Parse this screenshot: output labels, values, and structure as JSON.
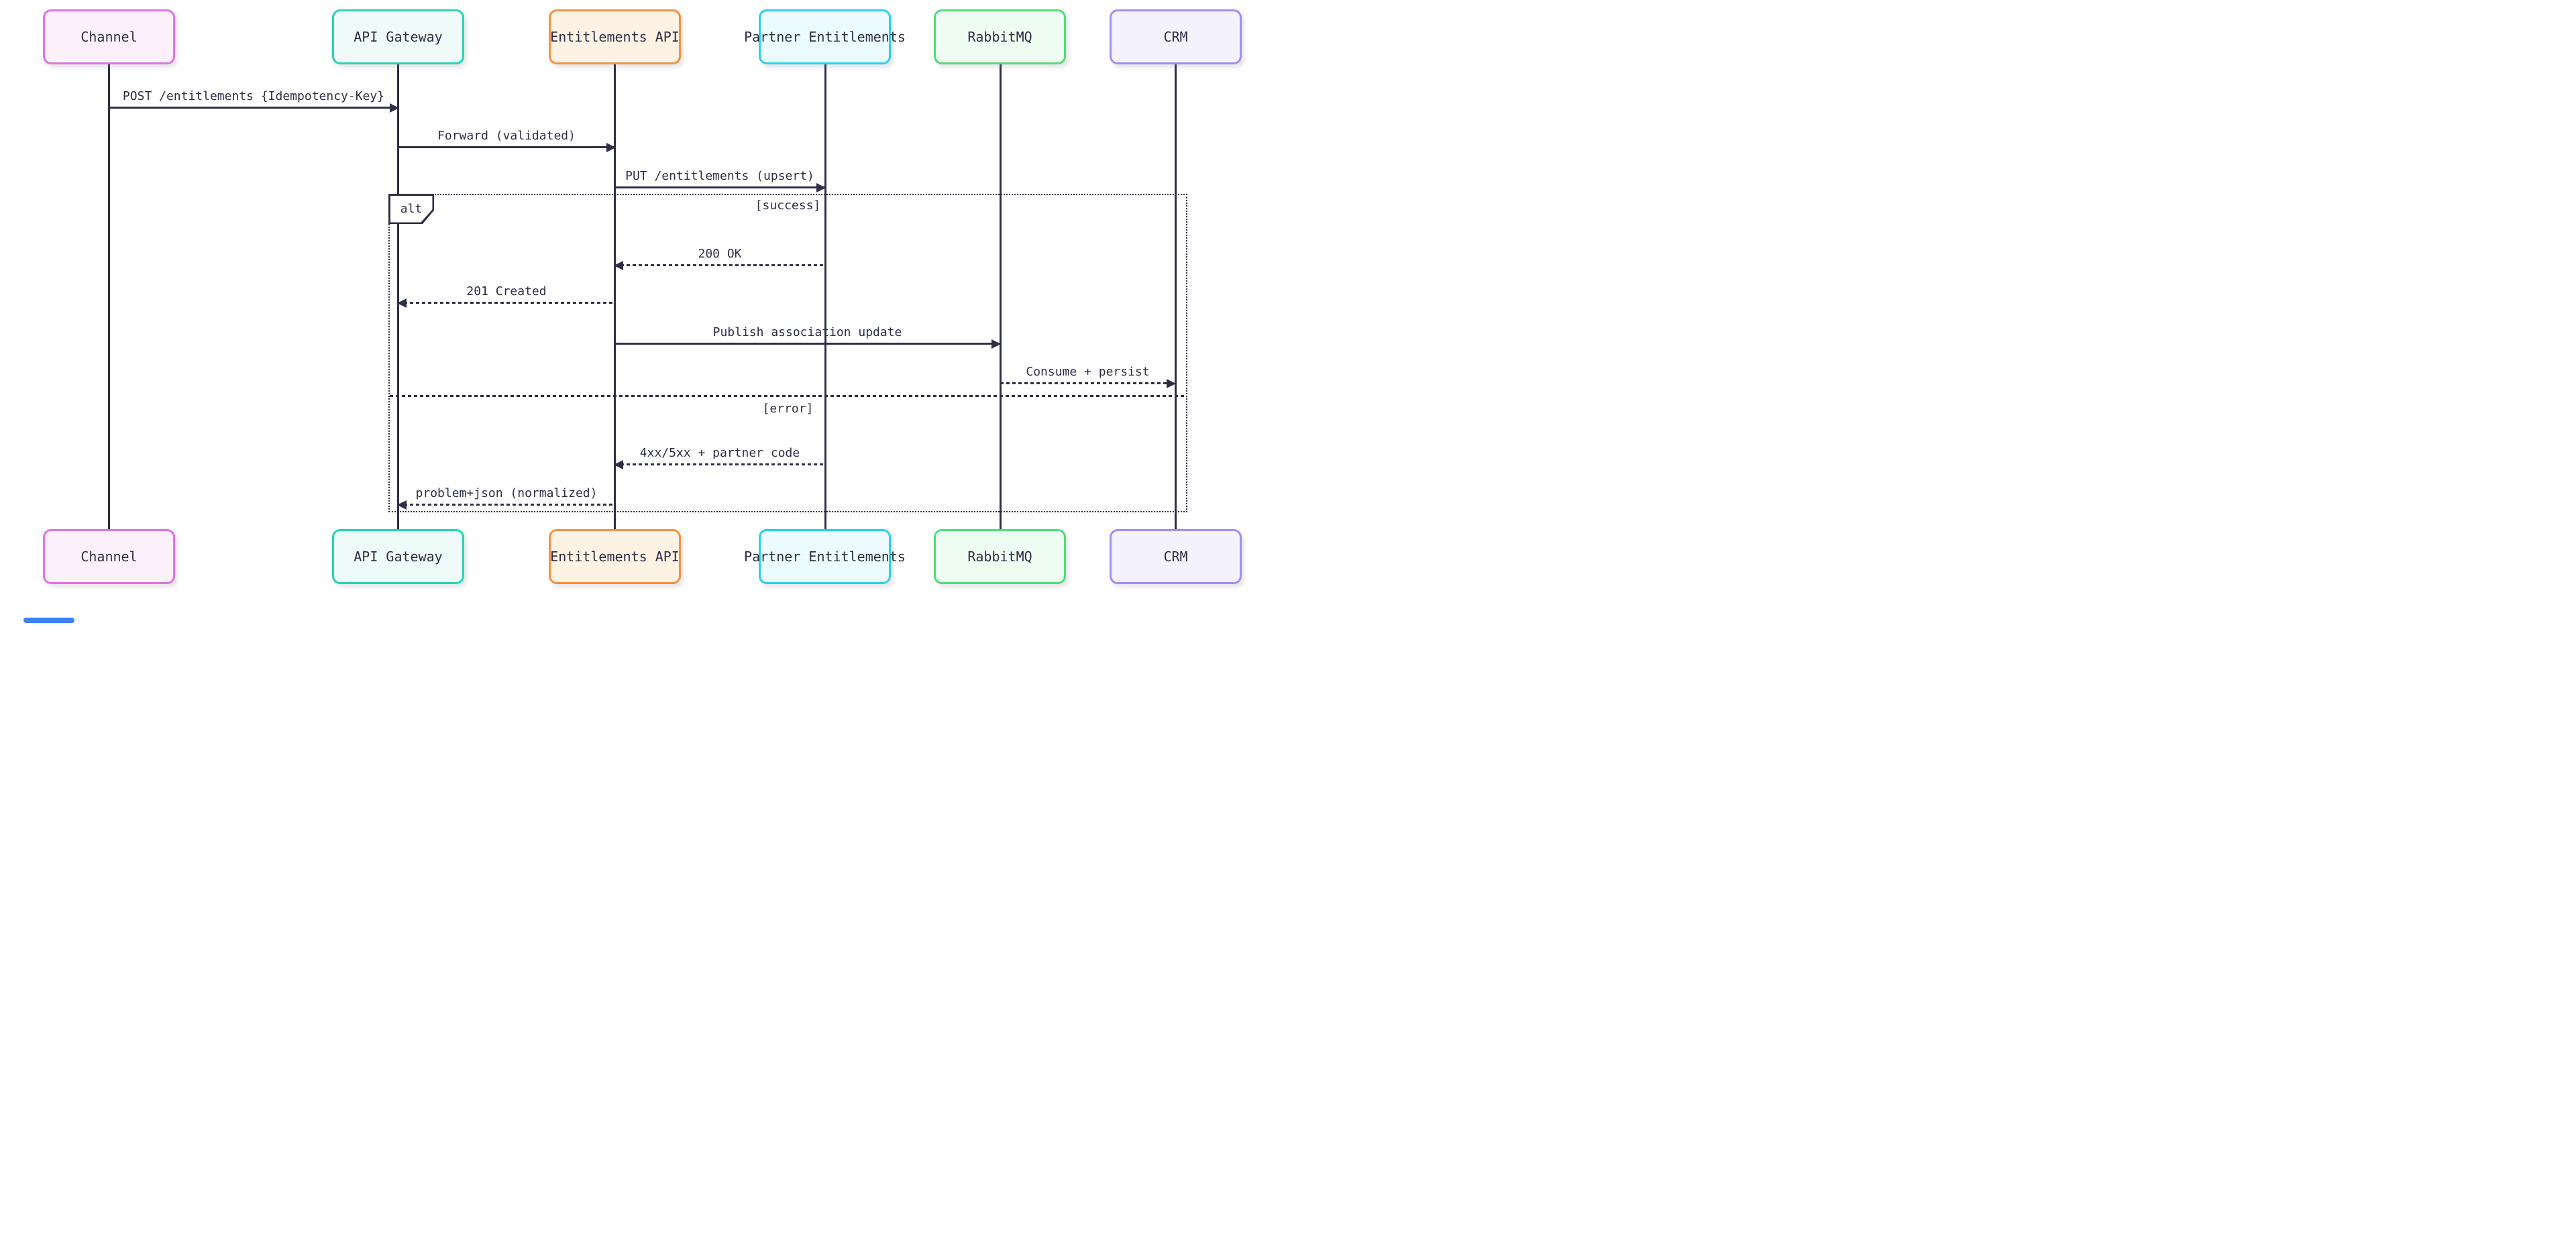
{
  "diagram": {
    "type": "sequence-diagram",
    "ink_color": "#2e2e45",
    "background_color": "#ffffff",
    "actors": [
      {
        "id": "channel",
        "label": "Channel",
        "border": "#df72e9",
        "fill": "#fcf0fb"
      },
      {
        "id": "api-gateway",
        "label": "API Gateway",
        "border": "#2ad2b5",
        "fill": "#eefbf8"
      },
      {
        "id": "entitlements-api",
        "label": "Entitlements API",
        "border": "#f5923e",
        "fill": "#fdf2e4"
      },
      {
        "id": "partner-entitlements",
        "label": "Partner Entitlements",
        "border": "#27d1ec",
        "fill": "#ebfbfe"
      },
      {
        "id": "rabbitmq",
        "label": "RabbitMQ",
        "border": "#4fdd78",
        "fill": "#effcf1"
      },
      {
        "id": "crm",
        "label": "CRM",
        "border": "#a48bf7",
        "fill": "#f4f2fd"
      }
    ],
    "messages": [
      {
        "label": "POST /entitlements {Idempotency-Key}",
        "from": "Channel",
        "to": "API Gateway",
        "line": "solid",
        "arrow": "right"
      },
      {
        "label": "Forward (validated)",
        "from": "API Gateway",
        "to": "Entitlements API",
        "line": "solid",
        "arrow": "right"
      },
      {
        "label": "PUT /entitlements (upsert)",
        "from": "Entitlements API",
        "to": "Partner Entitlements",
        "line": "solid",
        "arrow": "right"
      },
      {
        "label": "200 OK",
        "from": "Partner Entitlements",
        "to": "Entitlements API",
        "line": "dashed",
        "arrow": "left"
      },
      {
        "label": "201 Created",
        "from": "Entitlements API",
        "to": "API Gateway",
        "line": "dashed",
        "arrow": "left"
      },
      {
        "label": "Publish association update",
        "from": "Entitlements API",
        "to": "RabbitMQ",
        "line": "solid",
        "arrow": "right"
      },
      {
        "label": "Consume + persist",
        "from": "RabbitMQ",
        "to": "CRM",
        "line": "dashed",
        "arrow": "right"
      },
      {
        "label": "4xx/5xx + partner code",
        "from": "Partner Entitlements",
        "to": "Entitlements API",
        "line": "dashed",
        "arrow": "left"
      },
      {
        "label": "problem+json (normalized)",
        "from": "Entitlements API",
        "to": "API Gateway",
        "line": "dashed",
        "arrow": "left"
      }
    ],
    "alt_frame": {
      "operator": "alt",
      "branches": [
        {
          "guard": "[success]"
        },
        {
          "guard": "[error]"
        }
      ]
    },
    "scroll_strip_color": "#3b82f6"
  }
}
